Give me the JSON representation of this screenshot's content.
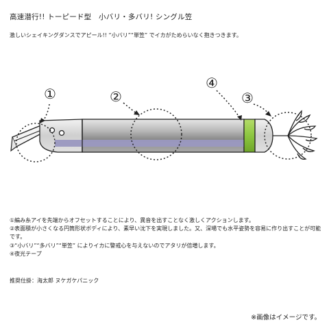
{
  "title": "高速潜行!! トーピード型　小バリ・多バリ! シングル笠",
  "lead": "激しいシェイキングダンスでアピール!! “小バリ”“単笠” でイカがためらいなく抱きつきます。",
  "callouts": {
    "c1": "①",
    "c2": "②",
    "c3": "③",
    "c4": "④"
  },
  "features": [
    "①編み糸アイを先端からオフセットすることにより、異音を出すことなく激しくアクションします。",
    "②表面積が小さくなる円筒形状ボディにより、素早い沈下を実現しました。又、深場でも水平姿勢を容易に作り出すことが可能です。",
    "③“小バリ”“多バリ”“単笠” によりイカに警戒心を与えないのでアタリが倍増します。",
    "④夜光テープ"
  ],
  "recommend": "推奨仕掛：海太郎 ヌケガケパニック",
  "note": "※画像はイメージです。",
  "colors": {
    "glow_tape": "#8cc63f",
    "body_gray": "#8c8c8c",
    "body_stripe": "#9a98c0"
  }
}
